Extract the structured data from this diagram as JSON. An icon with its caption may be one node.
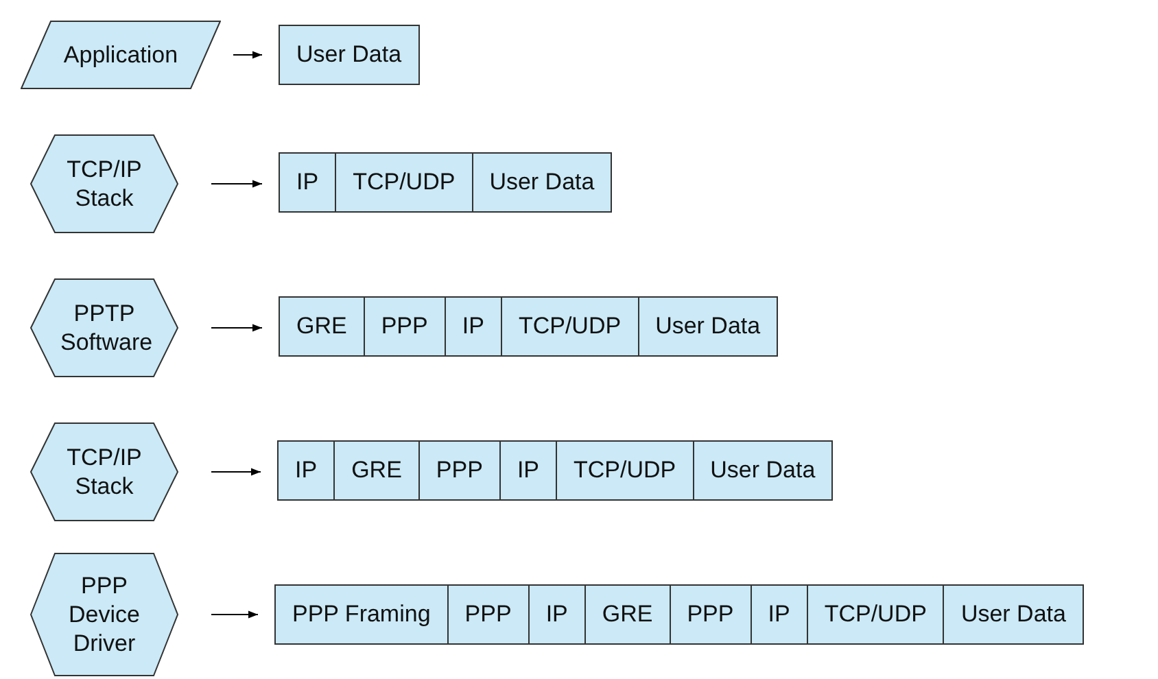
{
  "diagram": {
    "nodes": [
      {
        "text": [
          "Application"
        ]
      },
      {
        "text": [],
        "shape": "box"
      },
      {
        "text": [
          "User Data"
        ],
        "in": 1
      },
      {
        "text": [
          "TCP/IP Stack"
        ]
      },
      {
        "text": [],
        "shape": "box"
      },
      {
        "text": [
          "IP"
        ],
        "in": 4
      },
      {
        "text": [
          "TCP/UDP"
        ],
        "in": 4
      },
      {
        "text": [
          "User Data"
        ],
        "in": 4
      },
      {
        "text": [
          "PPTP Software"
        ]
      },
      {
        "text": [],
        "shape": "box"
      },
      {
        "text": [
          "GRE"
        ],
        "in": 9
      },
      {
        "text": [
          "PPP"
        ],
        "in": 9
      },
      {
        "text": [
          "IP"
        ],
        "in": 9
      },
      {
        "text": [
          "TCP/UDP"
        ],
        "in": 9
      },
      {
        "text": [
          "User Data"
        ],
        "in": 9
      },
      {
        "text": [
          "TCP/IP Stack"
        ]
      },
      {
        "text": [],
        "shape": "box"
      },
      {
        "text": [
          "IP"
        ],
        "in": 16
      },
      {
        "text": [
          "GRE"
        ],
        "in": 16
      },
      {
        "text": [
          "PPP"
        ],
        "in": 16
      },
      {
        "text": [
          "IP"
        ],
        "in": 16
      },
      {
        "text": [
          "TCP/UDP"
        ],
        "in": 16
      },
      {
        "text": [
          "User Data"
        ],
        "in": 16
      },
      {
        "text": [
          "PPP Device Driver"
        ]
      },
      {
        "text": [],
        "shape": "box"
      },
      {
        "text": [
          "PPP Framing"
        ],
        "in": 24
      },
      {
        "text": [
          "PPP"
        ],
        "in": 24
      },
      {
        "text": [
          "IP"
        ],
        "in": 24
      },
      {
        "text": [
          "GRE"
        ],
        "in": 24
      },
      {
        "text": [
          "PPP"
        ],
        "in": 24
      },
      {
        "text": [
          "IP"
        ],
        "in": 24
      },
      {
        "text": [
          "TCP/UDP"
        ],
        "in": 24
      },
      {
        "text": [
          "User Data"
        ],
        "in": 24
      }
    ],
    "edges": [
      {
        "from": 0,
        "to": 1,
        "arrow": "to"
      },
      {
        "from": 3,
        "to": 4,
        "arrow": "to"
      },
      {
        "from": 8,
        "to": 9,
        "arrow": "to"
      },
      {
        "from": 15,
        "to": 16,
        "arrow": "to"
      },
      {
        "from": 23,
        "to": 24,
        "arrow": "to"
      }
    ]
  }
}
